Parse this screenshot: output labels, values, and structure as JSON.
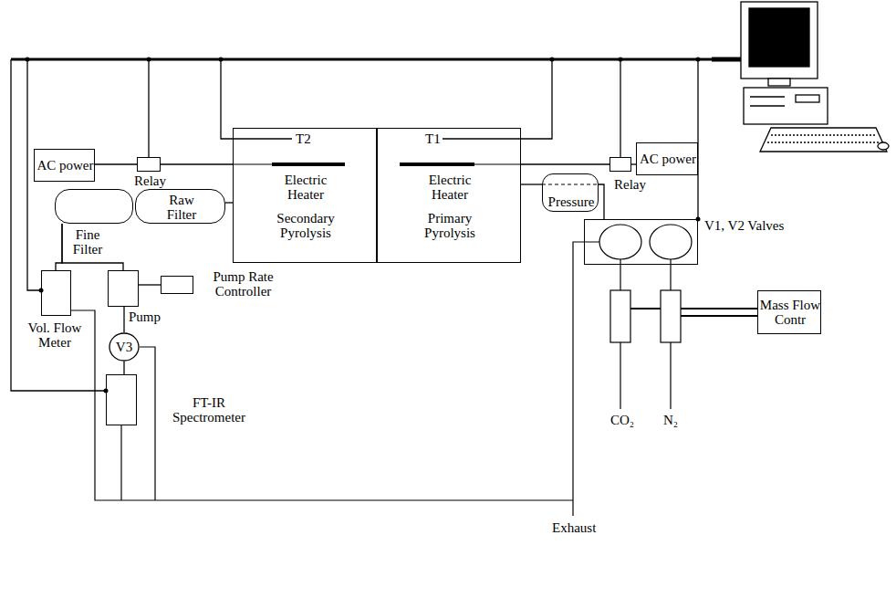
{
  "diagram": {
    "nodes": [
      {
        "text": [
          "AC power"
        ]
      },
      {
        "text": [
          "Relay"
        ]
      },
      {
        "text": [
          "T2",
          "Electric Heater",
          "Secondary Pyrolysis"
        ]
      },
      {
        "text": [
          "T1",
          "Electric Heater",
          "Primary Pyrolysis"
        ]
      },
      {
        "text": [
          "Relay"
        ]
      },
      {
        "text": [
          "AC power"
        ]
      },
      {
        "text": [
          "Fine Filter"
        ]
      },
      {
        "text": [
          "Raw Filter"
        ]
      },
      {
        "text": [
          "Pressure"
        ]
      },
      {
        "text": [
          "Pump Rate Controller"
        ]
      },
      {
        "text": [
          "Pump"
        ]
      },
      {
        "text": [
          "Vol. Flow Meter"
        ]
      },
      {
        "text": [
          "V3"
        ]
      },
      {
        "text": [
          "FT-IR Spectrometer"
        ]
      },
      {
        "text": [
          "V1, V2 Valves"
        ]
      },
      {
        "text": [
          "Mass Flow Contr"
        ]
      }
    ],
    "edges": [
      {
        "from": 0,
        "to": 1,
        "arrow": "none"
      },
      {
        "from": 1,
        "to": 2,
        "arrow": "none"
      },
      {
        "from": 2,
        "to": 7,
        "arrow": "none"
      },
      {
        "from": 3,
        "to": 4,
        "arrow": "none"
      },
      {
        "from": 4,
        "to": 5,
        "arrow": "none"
      },
      {
        "from": 3,
        "to": 8,
        "arrow": "none"
      },
      {
        "from": 8,
        "to": 14,
        "arrow": "none"
      },
      {
        "from": 6,
        "to": 10,
        "arrow": "none"
      },
      {
        "from": 6,
        "to": 11,
        "arrow": "none"
      },
      {
        "from": 10,
        "to": 9,
        "arrow": "none"
      },
      {
        "from": 10,
        "to": 12,
        "arrow": "none"
      },
      {
        "from": 12,
        "to": 13,
        "arrow": "none"
      }
    ],
    "labels": [
      "CO₂",
      "N₂",
      "Exhaust"
    ]
  }
}
